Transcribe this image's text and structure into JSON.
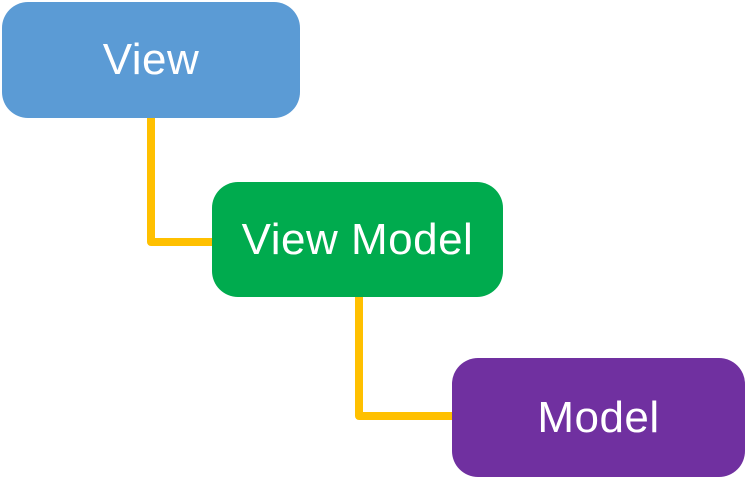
{
  "diagram": {
    "type": "flow-diagram",
    "description": "MVVM pattern diagram with three nodes connected by elbow connectors",
    "nodes": [
      {
        "id": "view",
        "label": "View",
        "fill_color": "#5B9BD5",
        "text_color": "#FFFFFF"
      },
      {
        "id": "view-model",
        "label": "View Model",
        "fill_color": "#00AB4E",
        "text_color": "#FFFFFF"
      },
      {
        "id": "model",
        "label": "Model",
        "fill_color": "#7030A0",
        "text_color": "#FFFFFF"
      }
    ],
    "connections": [
      {
        "from": "view",
        "to": "view-model"
      },
      {
        "from": "view-model",
        "to": "model"
      }
    ],
    "connector_color": "#FFC000",
    "background_color": "#FFFFFF"
  }
}
